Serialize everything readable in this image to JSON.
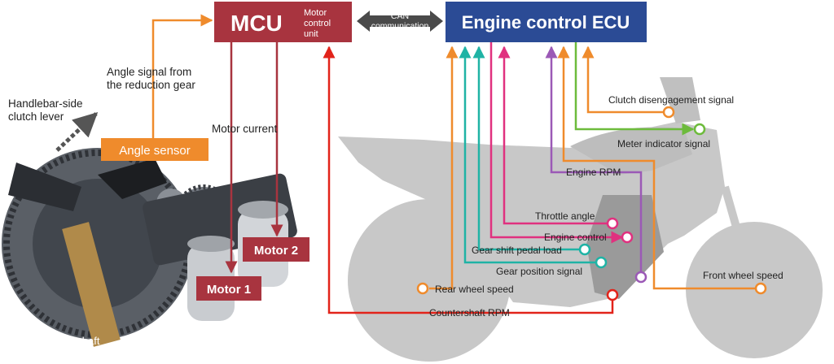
{
  "mcu": {
    "title": "MCU",
    "subtitle_line1": "Motor",
    "subtitle_line2": "control",
    "subtitle_line3": "unit"
  },
  "can": {
    "line1": "CAN",
    "line2": "communication"
  },
  "ecu": {
    "title": "Engine control ECU"
  },
  "labels": {
    "angle_signal_line1": "Angle signal from",
    "angle_signal_line2": "the reduction gear",
    "handlebar_line1": "Handlebar-side",
    "handlebar_line2": "clutch lever",
    "motor_current": "Motor current",
    "angle_sensor": "Angle sensor",
    "motor1": "Motor 1",
    "motor2": "Motor 2",
    "clutch_lever_shaft": "Clutch lever shaft"
  },
  "signals": {
    "clutch_disengagement": "Clutch disengagement signal",
    "meter_indicator": "Meter indicator signal",
    "engine_rpm": "Engine RPM",
    "throttle_angle": "Throttle angle",
    "engine_control": "Engine control",
    "gear_shift_pedal_load": "Gear shift pedal load",
    "gear_position": "Gear position signal",
    "front_wheel_speed": "Front wheel speed",
    "rear_wheel_speed": "Rear wheel speed",
    "countershaft_rpm": "Countershaft RPM"
  },
  "colors": {
    "mcu_red": "#a8343f",
    "ecu_blue": "#2b4b95",
    "orange": "#ef8b2c",
    "teal": "#1fb3a5",
    "magenta": "#e0317f",
    "purple": "#9b59b6",
    "green": "#6dbb3c",
    "red": "#e2231a",
    "gray": "#c6c6c6"
  }
}
